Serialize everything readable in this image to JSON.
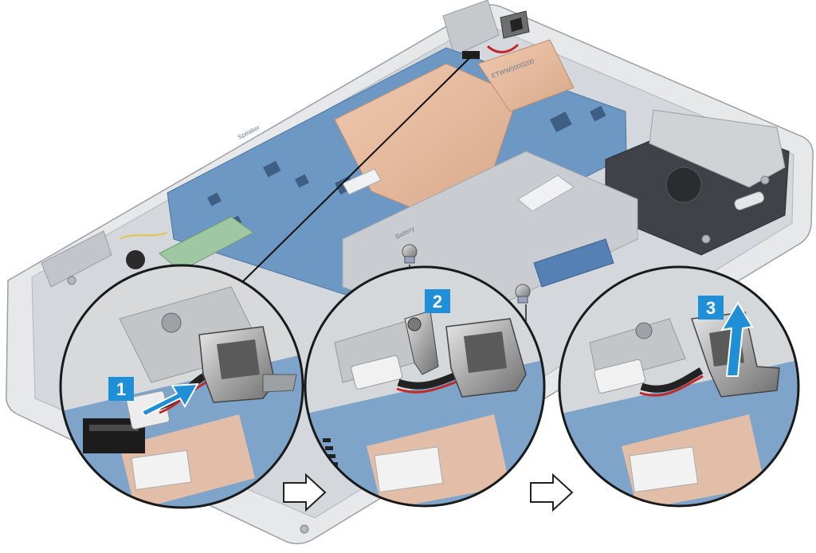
{
  "steps": [
    {
      "number": "1",
      "label": "1"
    },
    {
      "number": "2",
      "label": "2"
    },
    {
      "number": "3",
      "label": "3"
    }
  ],
  "laptop_labels": {
    "speaker": "Speaker",
    "battery": "Battery",
    "heatsink_code": "ETWW0000200"
  },
  "colors": {
    "step_badge": "#1f8fd8",
    "arrow_blue": "#1f8fd8",
    "board_blue": "#5e8fbf",
    "copper": "#e5b79c",
    "chassis": "#dfe2e4",
    "metal": "#b8b8b8"
  },
  "icons": [
    "dc-in-port-icon",
    "screw-icon",
    "arrow-right-outline-icon",
    "arrow-insert-icon",
    "arrow-lift-icon"
  ]
}
